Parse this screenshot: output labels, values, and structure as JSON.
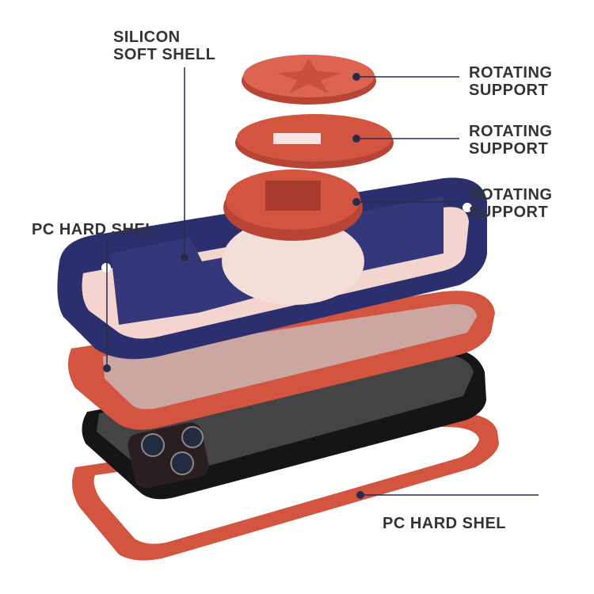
{
  "labels": {
    "silicon_line1": "SILICON",
    "silicon_line2": "SOFT SHELL",
    "rotating_1_line1": "ROTATING",
    "rotating_1_line2": "SUPPORT",
    "rotating_2_line1": "ROTATING",
    "rotating_2_line2": "SUPPORT",
    "rotating_3_line1": "ROTATING",
    "rotating_3_line2": "SUPPORT",
    "pc_hard_top": "PC HARD SHEL",
    "pc_hard_bottom": "PC HARD SHEL"
  },
  "colors": {
    "case_blue": "#2c2f6e",
    "accent_red": "#d4553f",
    "label_text": "#333333",
    "leader_line": "#2a2a4a"
  }
}
